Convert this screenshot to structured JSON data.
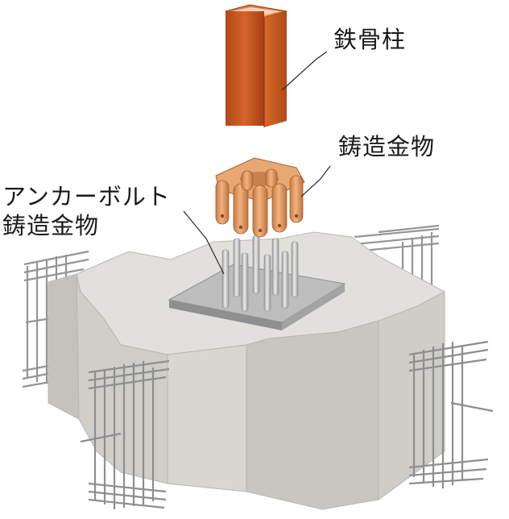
{
  "labels": {
    "steel_column": "鉄骨柱",
    "cast_fitting": "鋳造金物",
    "anchor_bolt_line1": "アンカーボルト",
    "anchor_bolt_line2": "鋳造金物"
  },
  "colors": {
    "steel_column": "#c8561e",
    "cast_fitting": "#e09a62",
    "concrete": "#dcdad6",
    "base_plate": "#b4b4b4",
    "anchor_bolt": "#cfcfcf",
    "rebar": "#9a9a9a"
  }
}
